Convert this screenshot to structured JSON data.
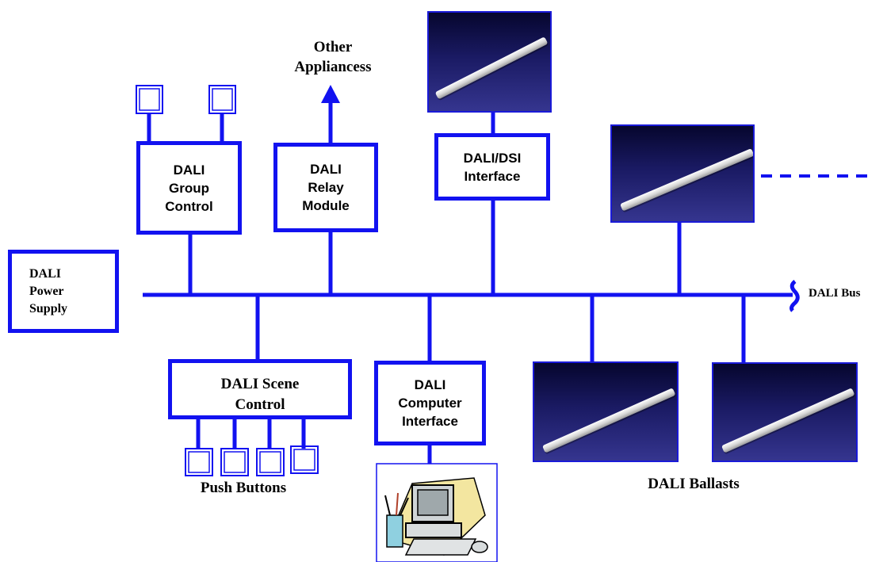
{
  "blocks": {
    "group_control": "DALI\nGroup\nControl",
    "relay_module": "DALI\nRelay\nModule",
    "dsi_interface": "DALI/DSI\nInterface",
    "power_supply": "DALI\nPower\nSupply",
    "scene_control": "DALI Scene\nControl",
    "computer_interface": "DALI\nComputer\nInterface"
  },
  "labels": {
    "other_appliances": "Other\nAppliancess",
    "dali_bus": "DALI Bus",
    "push_buttons": "Push Buttons",
    "dali_ballasts": "DALI Ballasts"
  },
  "colors": {
    "bus": "#1212f0",
    "ballast_dark": "#06062e",
    "ballast_light": "#35358f"
  }
}
